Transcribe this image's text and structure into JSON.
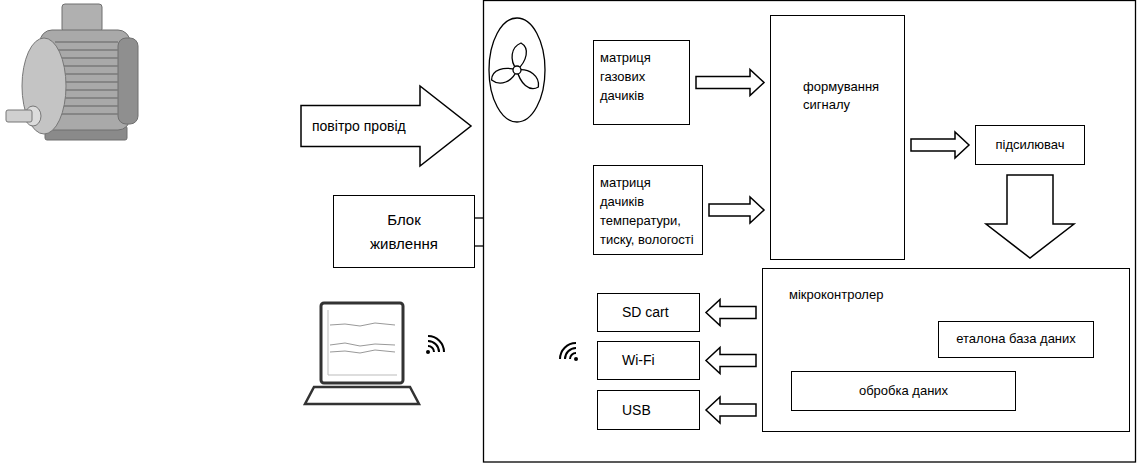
{
  "diagram": {
    "nodes": [
      {
        "text": [
          "повітро провід"
        ]
      },
      {
        "text": [
          "матриця газових дачиків"
        ]
      },
      {
        "text": [
          "матриця дачиків температури, тиску, вологості"
        ]
      },
      {
        "text": [
          "формування сигналу"
        ]
      },
      {
        "text": [
          "підсилювач"
        ]
      },
      {
        "text": [
          "Блок живлення"
        ]
      },
      {
        "text": [
          "мікроконтролер"
        ]
      },
      {
        "text": [
          "еталона база даних"
        ],
        "in": 6
      },
      {
        "text": [
          "обробка даних"
        ],
        "in": 6
      },
      {
        "text": [
          "SD cart"
        ]
      },
      {
        "text": [
          "Wi-Fi"
        ]
      },
      {
        "text": [
          "USB"
        ]
      }
    ],
    "edges": [
      {
        "from": 1,
        "to": 3,
        "arrow": "to"
      },
      {
        "from": 2,
        "to": 3,
        "arrow": "to"
      },
      {
        "from": 3,
        "to": 4,
        "arrow": "to"
      },
      {
        "from": 4,
        "to": 6,
        "arrow": "to"
      },
      {
        "from": 6,
        "to": 9,
        "arrow": "to"
      },
      {
        "from": 6,
        "to": 10,
        "arrow": "to"
      },
      {
        "from": 6,
        "to": 11,
        "arrow": "to"
      }
    ]
  }
}
